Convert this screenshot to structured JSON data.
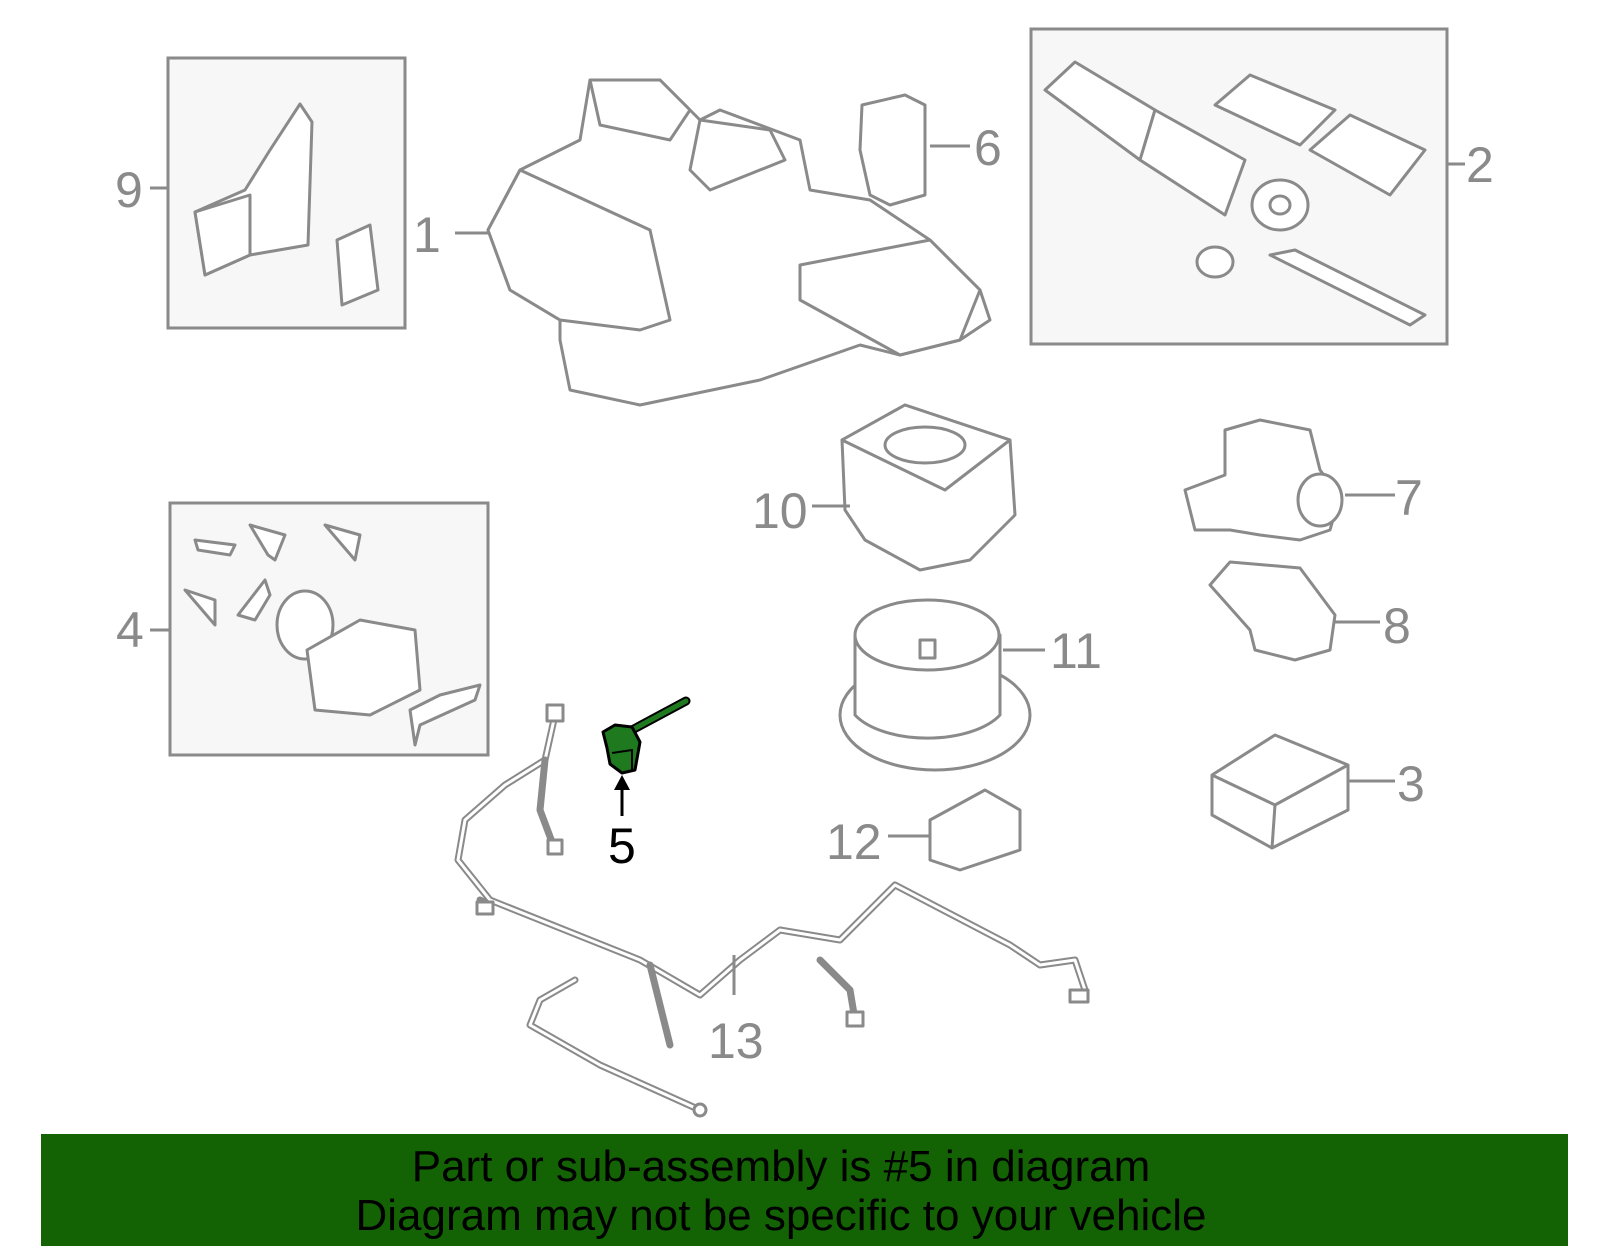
{
  "diagram": {
    "callouts": [
      {
        "id": "1",
        "label": "1"
      },
      {
        "id": "2",
        "label": "2"
      },
      {
        "id": "3",
        "label": "3"
      },
      {
        "id": "4",
        "label": "4"
      },
      {
        "id": "5",
        "label": "5"
      },
      {
        "id": "6",
        "label": "6"
      },
      {
        "id": "7",
        "label": "7"
      },
      {
        "id": "8",
        "label": "8"
      },
      {
        "id": "9",
        "label": "9"
      },
      {
        "id": "10",
        "label": "10"
      },
      {
        "id": "11",
        "label": "11"
      },
      {
        "id": "12",
        "label": "12"
      },
      {
        "id": "13",
        "label": "13"
      }
    ],
    "highlighted_part": "5",
    "colors": {
      "highlight": "#1f7a1f",
      "banner": "#136305",
      "outline": "#8a8a8a"
    }
  },
  "banner": {
    "line1": "Part or sub-assembly is #5 in diagram",
    "line2": "Diagram may not be specific to your vehicle"
  }
}
